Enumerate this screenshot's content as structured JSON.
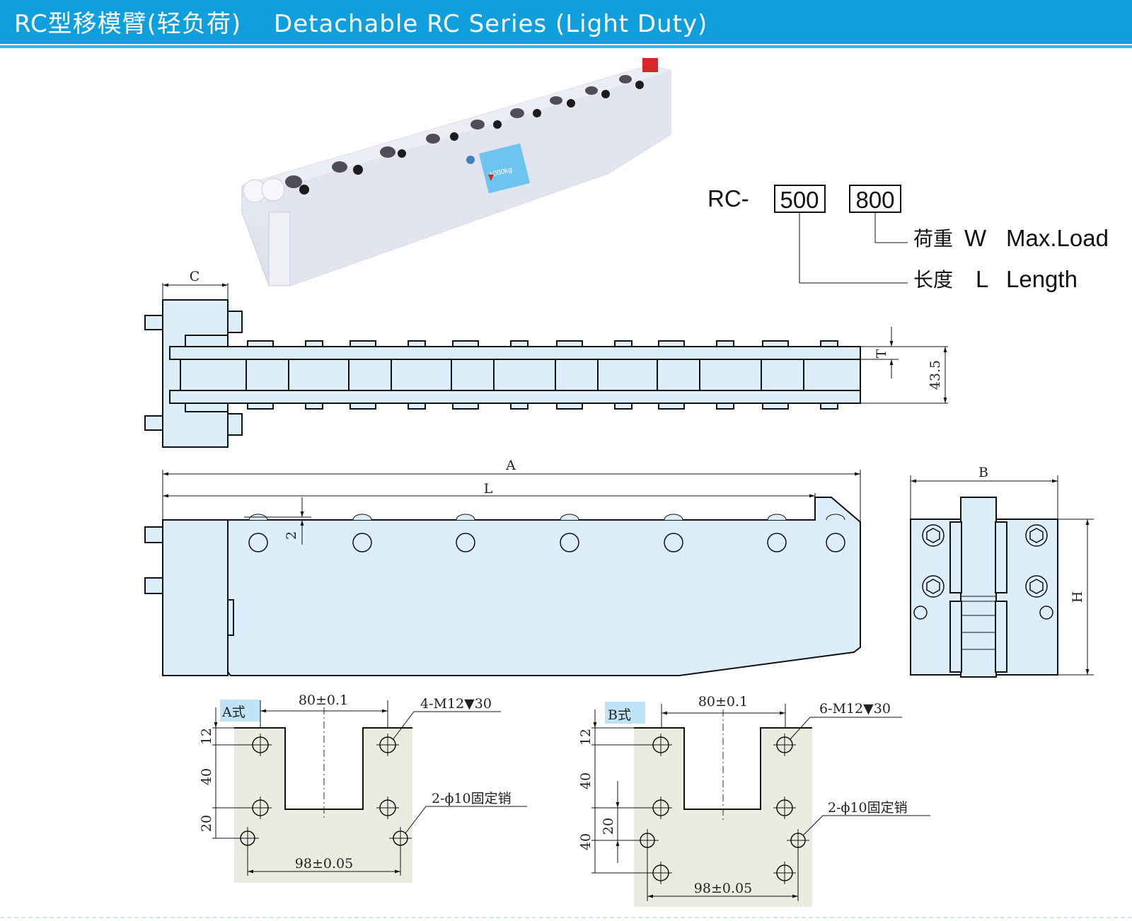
{
  "header": {
    "title_cn": "RC型移模臂(轻负荷)",
    "title_en": "Detachable RC Series (Light Duty)"
  },
  "colors": {
    "header_bg": "#0e9fdc",
    "part_fill": "#dbeefa",
    "plate_fill": "#ecebe2",
    "label_bg": "#bfe3f7"
  },
  "model_code": {
    "prefix": "RC-",
    "length_box": "500",
    "load_box": "800",
    "load_cn": "荷重",
    "load_sym": "W",
    "load_en": "Max.Load",
    "length_cn": "长度",
    "length_sym": "L",
    "length_en": "Length"
  },
  "product_label": {
    "load_text": "1000kg"
  },
  "top_view": {
    "dim_c": "C",
    "dim_t": "T",
    "dim_height": "43.5"
  },
  "side_view": {
    "dim_a": "A",
    "dim_l": "L",
    "dim_offset": "2"
  },
  "end_view": {
    "dim_b": "B",
    "dim_h": "H"
  },
  "plate_a": {
    "label": "A式",
    "slot_width": "80±0.1",
    "thread_callout": "4-M12▼30",
    "pin_callout": "2-ϕ10固定销",
    "pin_spacing": "98±0.05",
    "dims": [
      "12",
      "40",
      "20"
    ]
  },
  "plate_b": {
    "label": "B式",
    "slot_width": "80±0.1",
    "thread_callout": "6-M12▼30",
    "pin_callout": "2-ϕ10固定销",
    "pin_spacing": "98±0.05",
    "dims": [
      "12",
      "40",
      "20",
      "40"
    ]
  }
}
